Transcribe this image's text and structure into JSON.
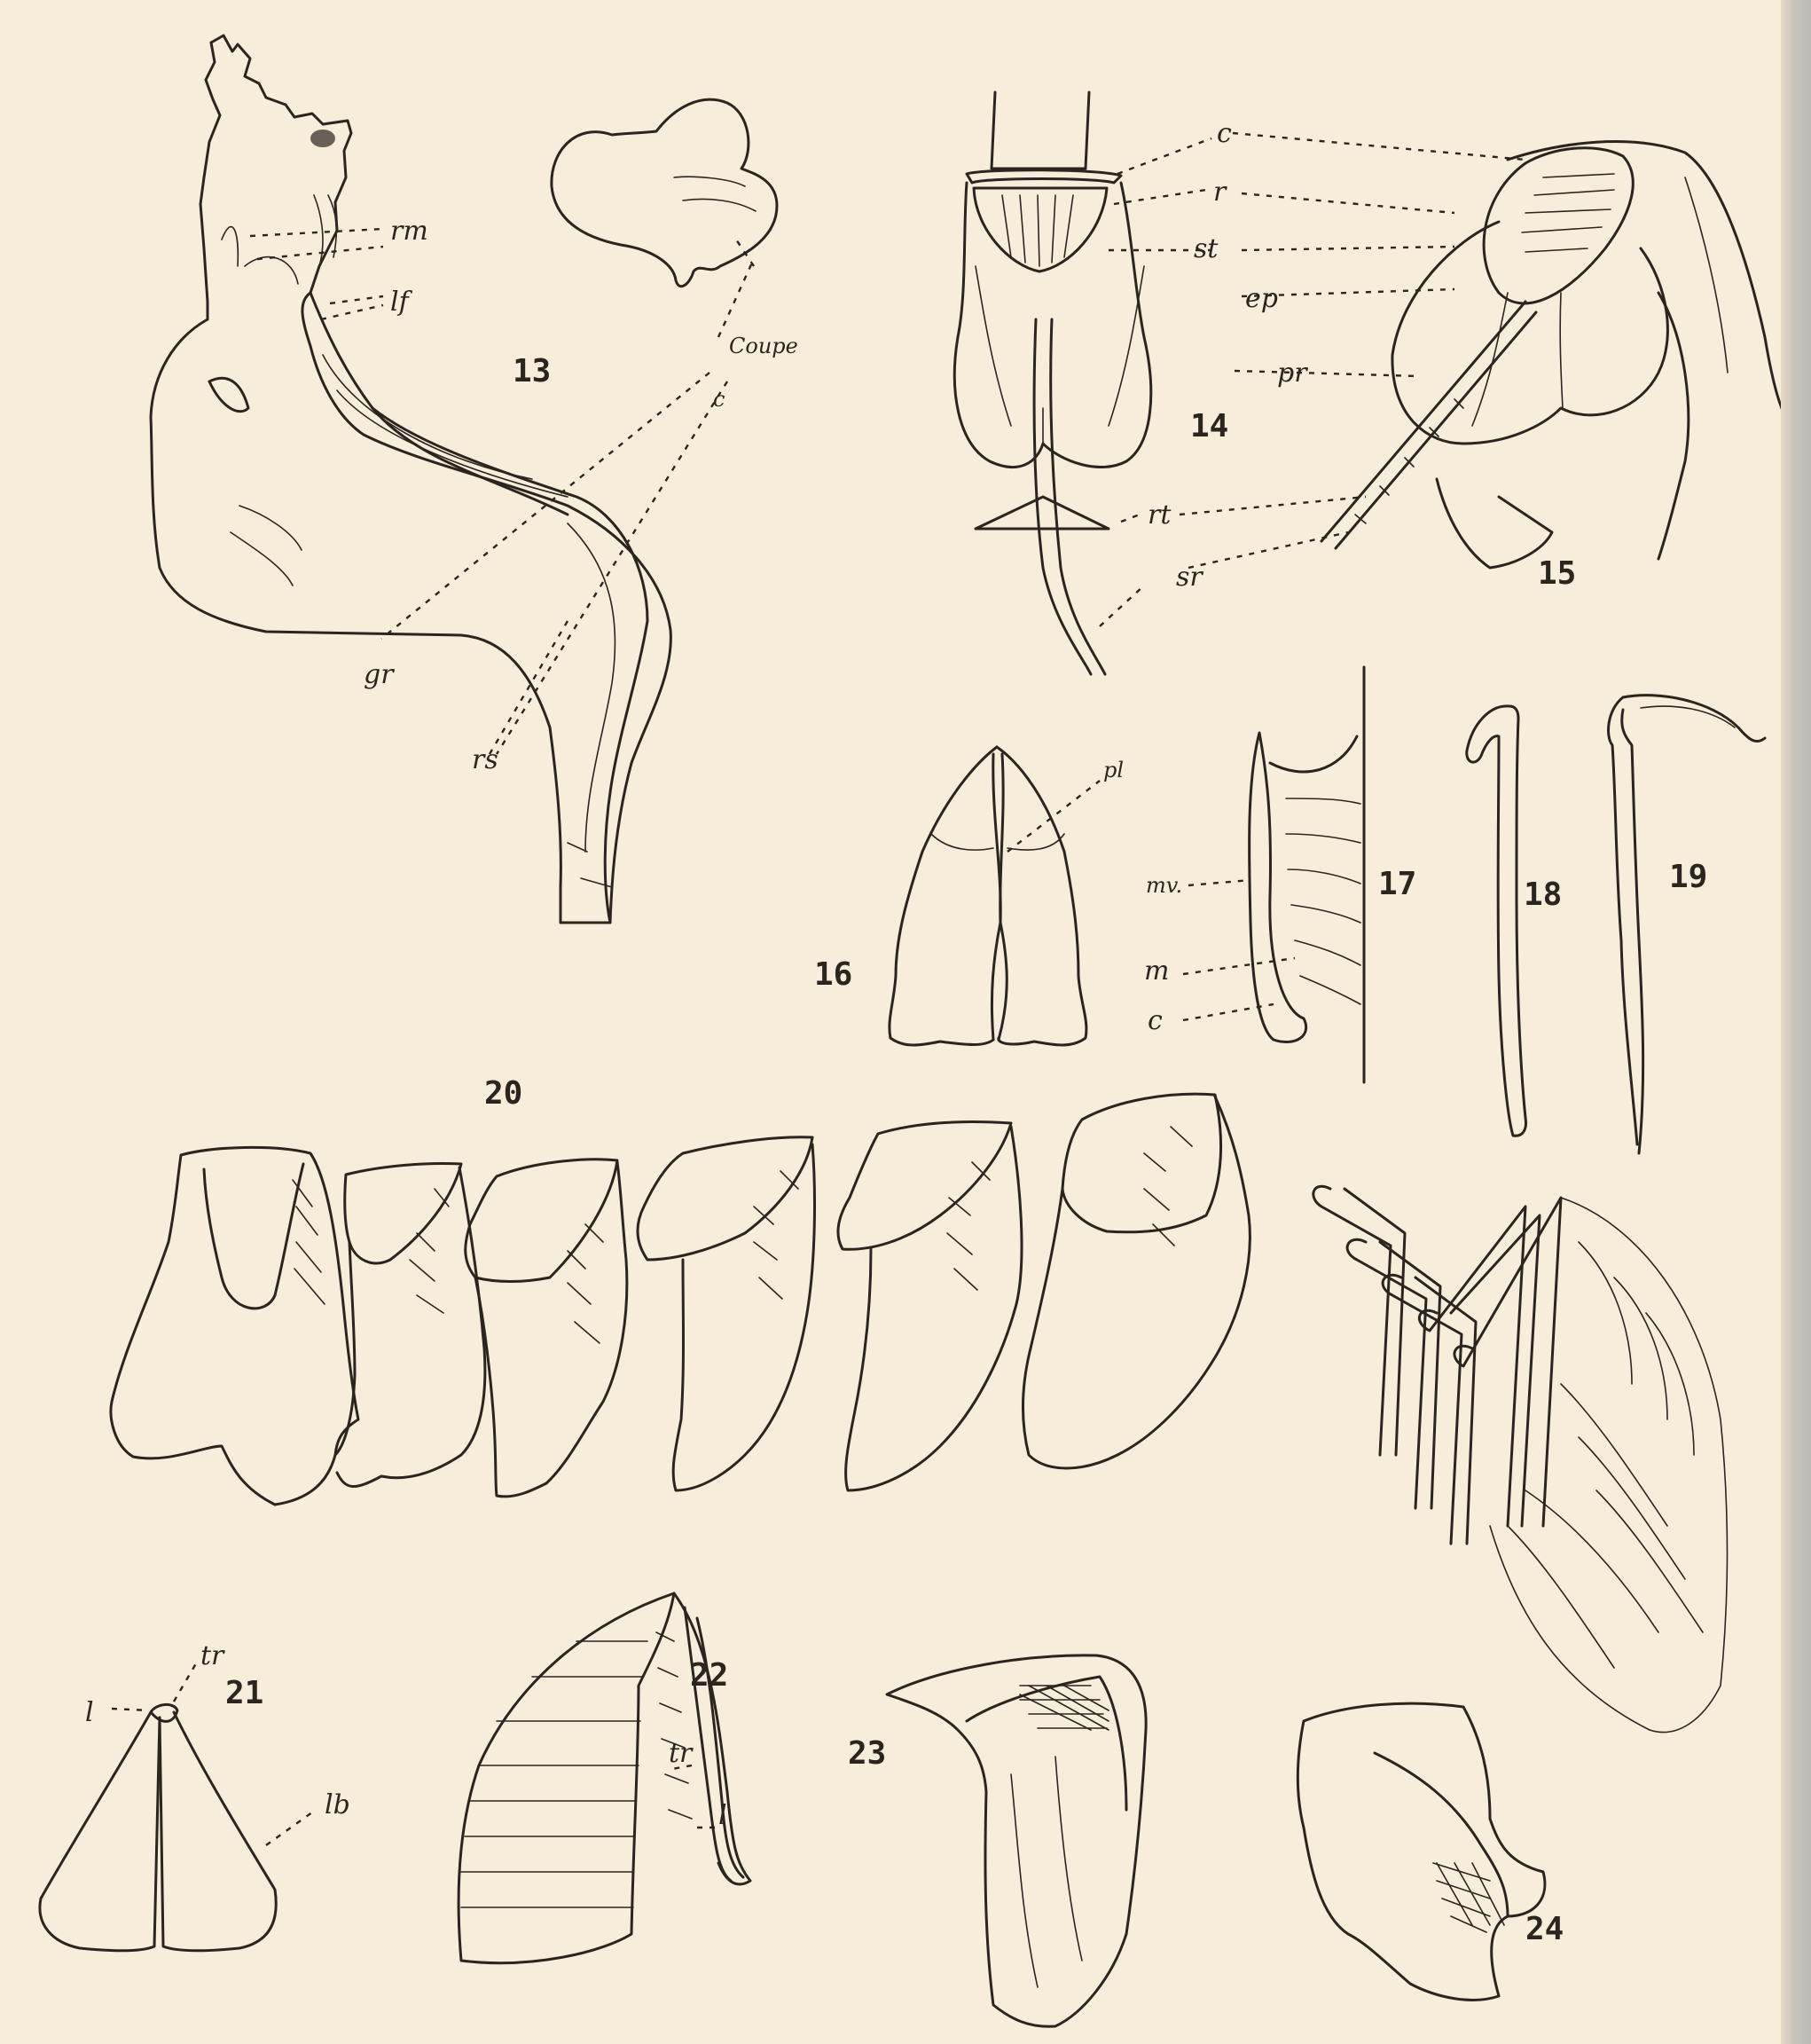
{
  "figures": [
    {
      "number": "13",
      "labels": [
        "rm",
        "lf",
        "Coupe",
        "c",
        "gr",
        "rs"
      ]
    },
    {
      "number": "14",
      "labels": [
        "c",
        "r",
        "st",
        "ep",
        "pr",
        "rt",
        "sr"
      ]
    },
    {
      "number": "15",
      "labels": []
    },
    {
      "number": "16",
      "labels": [
        "pl"
      ]
    },
    {
      "number": "17",
      "labels": [
        "mv.",
        "m",
        "c"
      ]
    },
    {
      "number": "18",
      "labels": []
    },
    {
      "number": "19",
      "labels": []
    },
    {
      "number": "20",
      "labels": []
    },
    {
      "number": "21",
      "labels": [
        "tr",
        "l",
        "lb"
      ]
    },
    {
      "number": "22",
      "labels": [
        "tr",
        "l"
      ]
    },
    {
      "number": "23",
      "labels": []
    },
    {
      "number": "24",
      "labels": []
    }
  ],
  "colors": {
    "paper": "#f7eddb",
    "ink": "#2b2520"
  }
}
